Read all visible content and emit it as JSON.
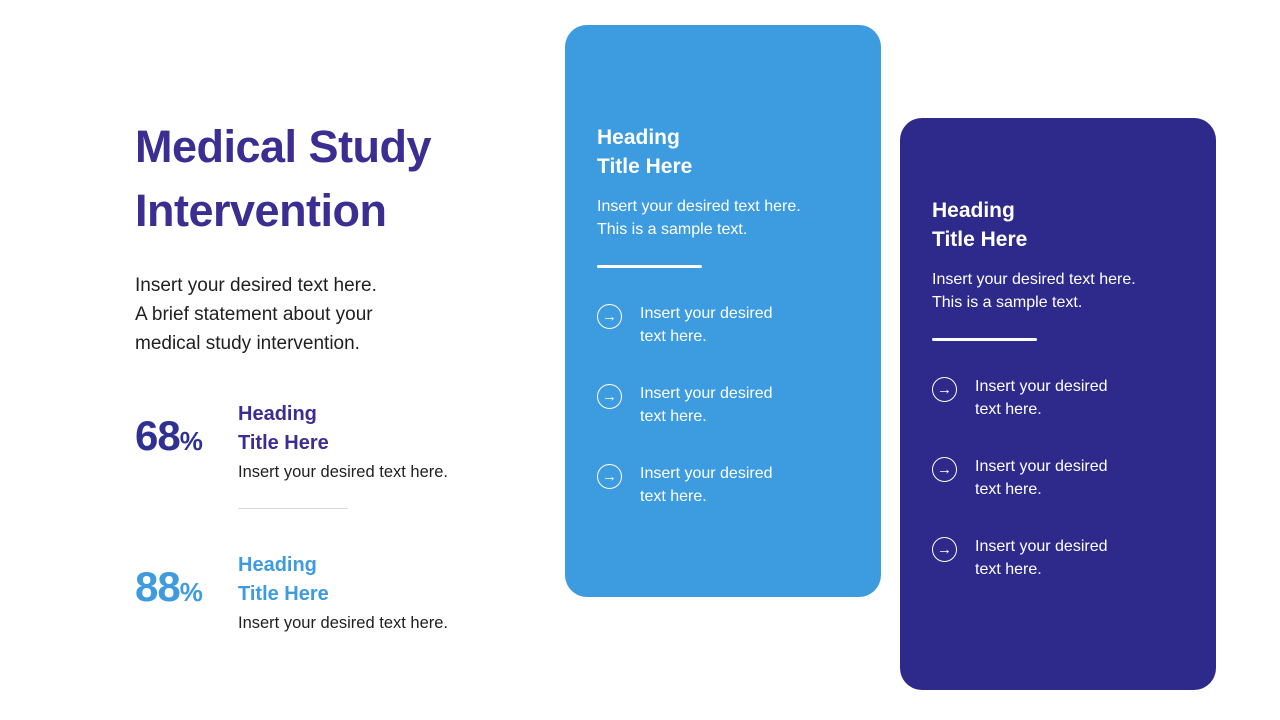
{
  "colors": {
    "title": "#3B2D91",
    "stat1_number": "#2E3192",
    "stat1_heading": "#3B2D91",
    "stat2_number": "#3E9BDE",
    "stat2_heading": "#3E9BDE",
    "body_text": "#1F1F1F",
    "card_blue_bg": "#3D9BE0",
    "card_indigo_bg": "#2E2A8C",
    "card_text": "#FFFFFF"
  },
  "icons": {
    "arrow_glyph": "→"
  },
  "left": {
    "title": "Medical Study\nIntervention",
    "subtitle": "Insert your desired text here.\nA brief statement about your\nmedical study intervention.",
    "stats": [
      {
        "value": "68",
        "unit": "%",
        "heading": "Heading\nTitle Here",
        "description": "Insert your desired text here."
      },
      {
        "value": "88",
        "unit": "%",
        "heading": "Heading\nTitle Here",
        "description": "Insert your desired text here."
      }
    ]
  },
  "cards": [
    {
      "heading": "Heading\nTitle Here",
      "body": "Insert your desired text here.\nThis is a sample text.",
      "items": [
        "Insert your desired\ntext here.",
        "Insert your desired\ntext here.",
        "Insert your desired\ntext here."
      ]
    },
    {
      "heading": "Heading\nTitle Here",
      "body": "Insert your desired text here.\nThis is a sample text.",
      "items": [
        "Insert your desired\ntext here.",
        "Insert your desired\ntext here.",
        "Insert your desired\ntext here."
      ]
    }
  ]
}
